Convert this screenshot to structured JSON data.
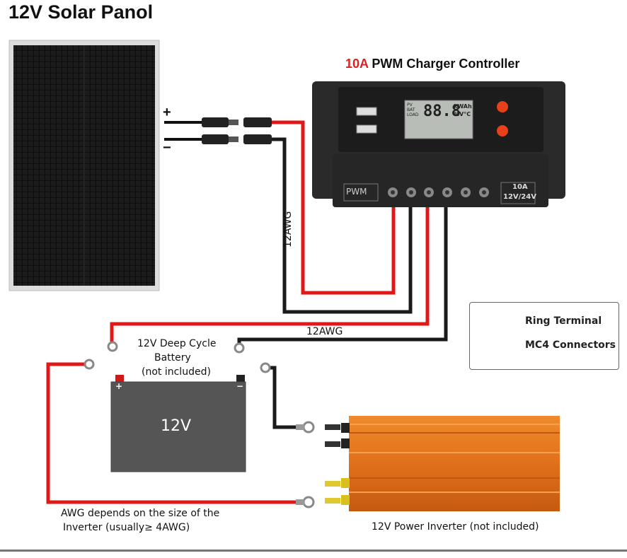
{
  "title": "12V Solar Panol",
  "controller": {
    "title_accent": "10A",
    "title_rest": " PWM Charger Controller",
    "brand": "PWM",
    "rating_line1": "10A",
    "rating_line2": "12V/24V",
    "lcd_digits": "88.8",
    "lcd_units1": "kWAh",
    "lcd_units2": "%V°C",
    "lcd_label1": "PV",
    "lcd_label2": "BAT",
    "lcd_label3": "LOAD"
  },
  "panel": {
    "plus": "+",
    "minus": "−"
  },
  "wires": {
    "gauge_vertical": "12AWG",
    "gauge_horizontal": "12AWG"
  },
  "battery": {
    "caption_line1": "12V Deep Cycle",
    "caption_line2": "Battery",
    "caption_line3": "(not included)",
    "label": "12V",
    "plus": "+",
    "minus": "−"
  },
  "legend": {
    "ring_terminal": "Ring Terminal",
    "mc4_connectors": "MC4 Connectors"
  },
  "inverter": {
    "caption": "12V Power Inverter (not included)"
  },
  "awg_note": {
    "line1": "AWG depends on the size of the",
    "line2": "Inverter (usually≥ 4AWG)"
  }
}
